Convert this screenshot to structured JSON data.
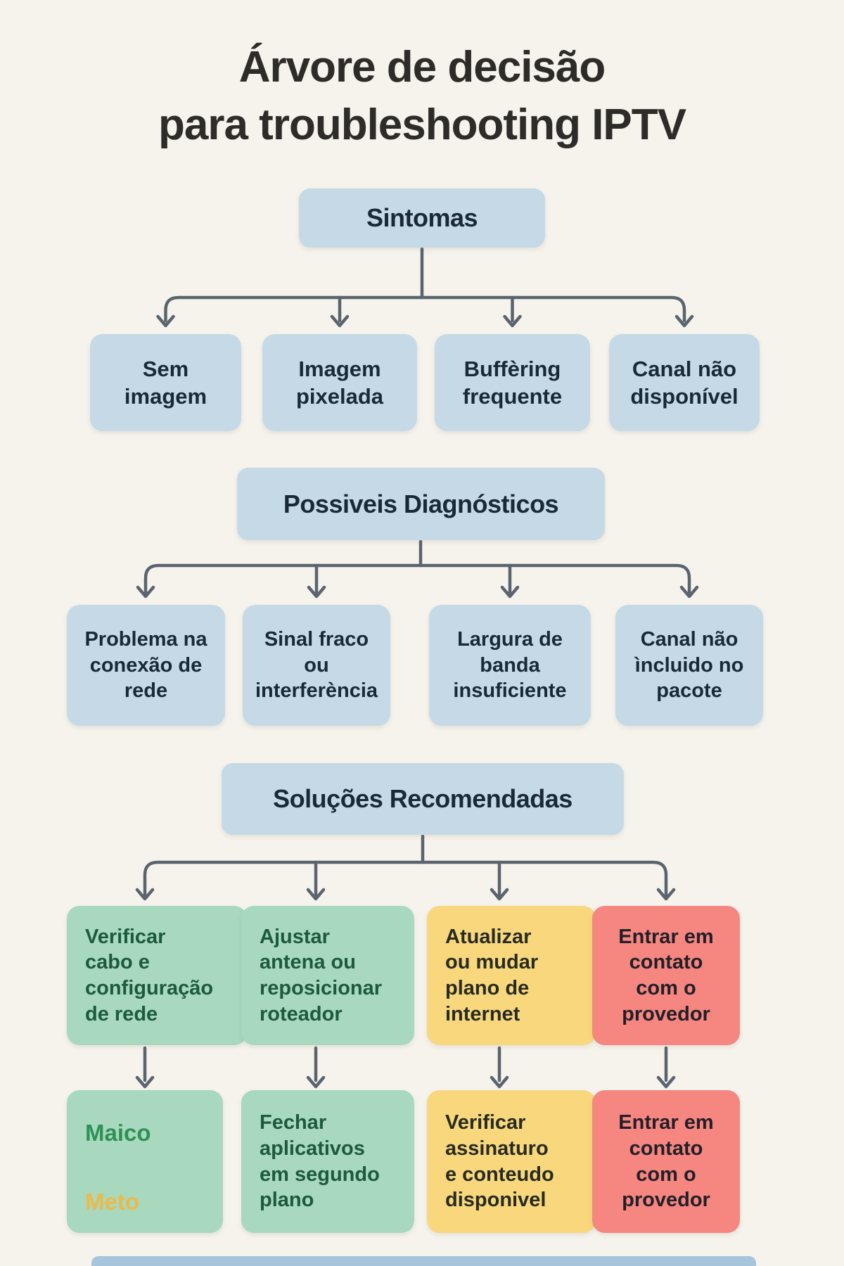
{
  "title": {
    "line1": "Árvore de decisão",
    "line2": "para troubleshooting IPTV"
  },
  "colors": {
    "background": "#f6f3ed",
    "box_blue": "#c5dae6",
    "box_green": "#a8d8be",
    "box_yellow": "#f8d77d",
    "box_red": "#f58680",
    "connector_gray": "#5a646e",
    "text_navy": "#1a2937",
    "text_green": "#1d5a3c",
    "maico_green": "#2e9156",
    "meto_yellow": "#ecba4b",
    "bottom_bar_blue": "#a6c4db"
  },
  "sections": {
    "symptoms": {
      "header": "Sintomas",
      "items": [
        {
          "label": "Sem\nimagem"
        },
        {
          "label": "Imagem\npixelada"
        },
        {
          "label": "Buffèring\nfrequente"
        },
        {
          "label": "Canal não\ndisponível"
        }
      ]
    },
    "diagnostics": {
      "header": "Possiveis Diagnósticos",
      "items": [
        {
          "label": "Problema na\nconexão de\nrede"
        },
        {
          "label": "Sinal fraco\nou\ninterferència"
        },
        {
          "label": "Largura de\nbanda\ninsuficiente"
        },
        {
          "label": "Canal não\nìncluido no\npacote"
        }
      ]
    },
    "solutions": {
      "header": "Soluções Recomendadas",
      "items": [
        {
          "label": "Verificar\ncabo e\nconfiguração\nde rede"
        },
        {
          "label": "Ajustar\nantena ou\nreposicionar\nroteador"
        },
        {
          "label": "Atualizar\nou mudar\nplano de\ninternet"
        },
        {
          "label": "Entrar em\ncontato\ncom o\nprovedor"
        }
      ]
    },
    "actions": {
      "items": [
        {
          "label_primary": "Maico",
          "label_secondary": "Meto"
        },
        {
          "label": "Fechar\naplicativos\nem segundo\nplano"
        },
        {
          "label": "Verificar\nassinaturo\ne conteudo\ndisponivel"
        },
        {
          "label": "Entrar em\ncontato\ncom o\nprovedor"
        }
      ]
    }
  }
}
